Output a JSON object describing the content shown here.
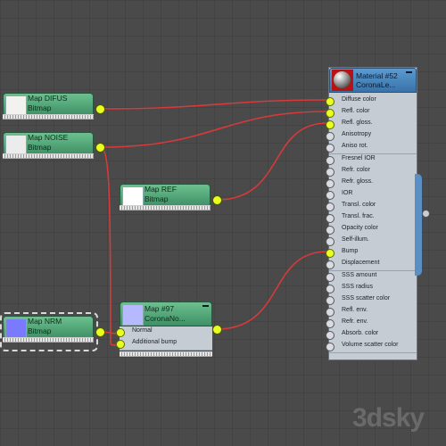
{
  "map_nodes": {
    "difus": {
      "title": "Map DIFUS",
      "subtitle": "Bitmap"
    },
    "noise": {
      "title": "Map NOISE",
      "subtitle": "Bitmap"
    },
    "ref": {
      "title": "Map REF",
      "subtitle": "Bitmap"
    },
    "nrm": {
      "title": "Map NRM",
      "subtitle": "Bitmap"
    }
  },
  "normal_node": {
    "title": "Map #97",
    "subtitle": "CoronaNo...",
    "slots": [
      "Normal",
      "Additional bump"
    ]
  },
  "material_node": {
    "title": "Material #52",
    "subtitle": "CoronaLe...",
    "slots": [
      "Diffuse color",
      "Refl. color",
      "Refl. gloss.",
      "Anisotropy",
      "Aniso rot.",
      "Fresnel IOR",
      "Refr. color",
      "Refr. gloss.",
      "IOR",
      "Transl. color",
      "Transl. frac.",
      "Opacity color",
      "Self-illum.",
      "Bump",
      "Displacement",
      "SSS amount",
      "SSS radius",
      "SSS scatter color",
      "Refl. env.",
      "Refr. env.",
      "Absorb. color",
      "Volume scatter color"
    ],
    "connected_slots": [
      "Diffuse color",
      "Refl. color",
      "Refl. gloss.",
      "Bump"
    ]
  },
  "watermark": "3dsky",
  "colors": {
    "canvas": "#4a4a4a",
    "map_node": "#5fb185",
    "material_header": "#4a88c0",
    "wire": "#d63a3a",
    "port": "#e8ff20"
  }
}
